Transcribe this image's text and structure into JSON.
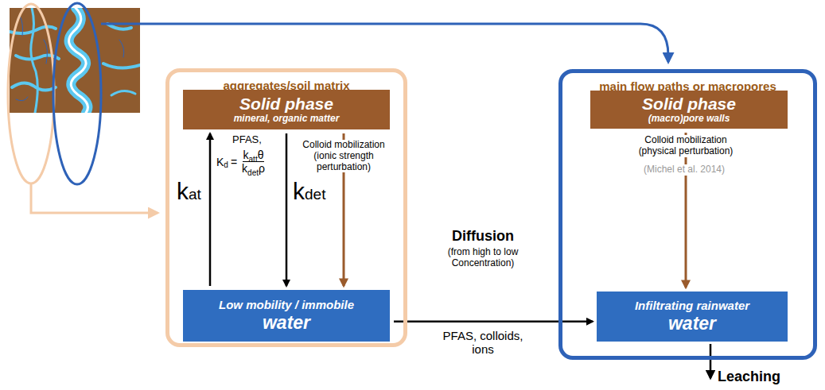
{
  "diagram": {
    "nodes": [
      {
        "text": [
          "aggregates/soil matrix"
        ]
      },
      {
        "text": [
          "Solid phase",
          "mineral, organic matter"
        ],
        "in": 0
      },
      {
        "text": [
          "Low mobility / immobile",
          "water"
        ],
        "in": 0
      },
      {
        "text": [
          "main flow paths or macropores"
        ]
      },
      {
        "text": [
          "Solid phase",
          "(macro)pore walls"
        ],
        "in": 3
      },
      {
        "text": [
          "Infiltrating rainwater",
          "water"
        ],
        "in": 3
      }
    ],
    "edges": [
      {
        "from": 2,
        "to": 1,
        "arrow": "to"
      },
      {
        "from": 1,
        "to": 2,
        "arrow": "to"
      },
      {
        "from": 1,
        "to": 2,
        "arrow": "to",
        "label": "Colloid mobilization (ionic strength perturbation)"
      },
      {
        "from": 4,
        "to": 5,
        "arrow": "to",
        "label": "Colloid mobilization (physical perturbation)"
      },
      {
        "from": 2,
        "to": 5,
        "arrow": "to",
        "label": "PFAS, colloids, ions"
      }
    ],
    "labels": [
      "k",
      "at",
      "PFAS,",
      "K",
      "d",
      "=",
      "k",
      "att",
      "θ",
      "k",
      "det",
      "ρ",
      "k",
      "det",
      "Diffusion",
      "(from high to low Concentration)",
      "(Michel et al. 2014)",
      "Leaching"
    ]
  }
}
